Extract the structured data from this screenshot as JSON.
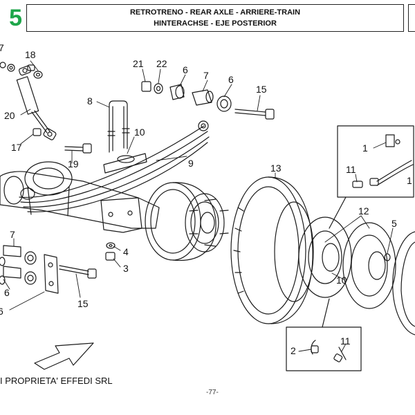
{
  "header": {
    "page_section": "5",
    "title_line1": "RETROTRENO - REAR AXLE - ARRIERE-TRAIN",
    "title_line2": "HINTERACHSE - EJE POSTERIOR"
  },
  "callouts": {
    "c1": "1",
    "c1b": "1",
    "c2": "2",
    "c3": "3",
    "c4": "4",
    "c5": "5",
    "c6a": "6",
    "c6b": "6",
    "c6c": "6",
    "c6d": "6",
    "c7a": "7",
    "c7b": "7",
    "c8": "8",
    "c9": "9",
    "c10a": "10",
    "c10b": "10",
    "c11a": "11",
    "c11b": "11",
    "c12": "12",
    "c13": "13",
    "c15a": "15",
    "c15b": "15",
    "c17": "17",
    "c18": "18",
    "c19": "19",
    "c20": "20",
    "c21": "21",
    "c22": "22"
  },
  "footer": {
    "copyright": "I PROPRIETA' EFFEDI SRL",
    "page_number": "-77-"
  },
  "colors": {
    "accent": "#1ea64a",
    "line": "#1a1a1a"
  }
}
